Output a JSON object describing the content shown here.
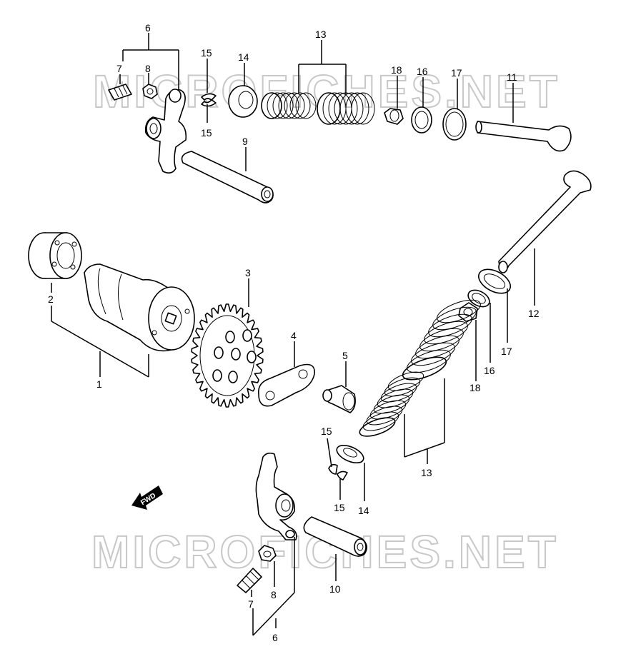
{
  "watermark": "MICROFICHES.NET",
  "fwd_label": "FWD",
  "callouts": {
    "c1": "1",
    "c2": "2",
    "c3": "3",
    "c4": "4",
    "c5": "5",
    "c6_top": "6",
    "c7_top": "7",
    "c8_top": "8",
    "c9": "9",
    "c11": "11",
    "c13_top": "13",
    "c14_top": "14",
    "c15_top_a": "15",
    "c15_top_b": "15",
    "c16_top": "16",
    "c17_top": "17",
    "c18_top": "18",
    "c12": "12",
    "c17_bot": "17",
    "c16_bot": "16",
    "c18_bot": "18",
    "c13_bot": "13",
    "c15_bot_a": "15",
    "c15_bot_b": "15",
    "c14_bot": "14",
    "c10": "10",
    "c8_bot": "8",
    "c7_bot": "7",
    "c6_bot": "6"
  }
}
